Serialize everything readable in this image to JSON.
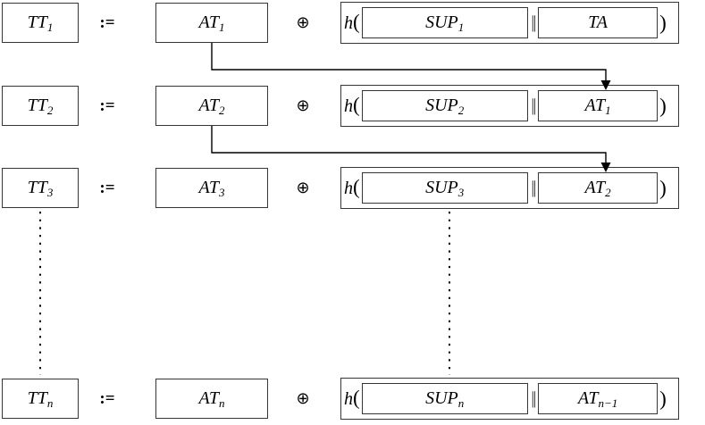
{
  "figure": {
    "description": "Temporary-token chaining equations: TT_i = AT_i XOR h(SUP_i || previous AT)",
    "colors": {
      "background": "#ffffff",
      "box_border": "#363636",
      "line": "#000000",
      "text": "#000000"
    },
    "assign_op": ":=",
    "xor_op": "⊕",
    "hash_fn": "h",
    "open_paren": "(",
    "close_paren": ")",
    "concat_op": "||",
    "rows": [
      {
        "output": {
          "base": "TT",
          "sub": "1"
        },
        "operand": {
          "base": "AT",
          "sub": "1"
        },
        "sup": {
          "base": "SUP",
          "sub": "1"
        },
        "chain": {
          "base": "TA",
          "sub": ""
        }
      },
      {
        "output": {
          "base": "TT",
          "sub": "2"
        },
        "operand": {
          "base": "AT",
          "sub": "2"
        },
        "sup": {
          "base": "SUP",
          "sub": "2"
        },
        "chain": {
          "base": "AT",
          "sub": "1"
        }
      },
      {
        "output": {
          "base": "TT",
          "sub": "3"
        },
        "operand": {
          "base": "AT",
          "sub": "3"
        },
        "sup": {
          "base": "SUP",
          "sub": "3"
        },
        "chain": {
          "base": "AT",
          "sub": "2"
        }
      },
      {
        "output": {
          "base": "TT",
          "sub": "n"
        },
        "operand": {
          "base": "AT",
          "sub": "n"
        },
        "sup": {
          "base": "SUP",
          "sub": "n"
        },
        "chain": {
          "base": "AT",
          "sub": "n−1"
        }
      }
    ]
  }
}
